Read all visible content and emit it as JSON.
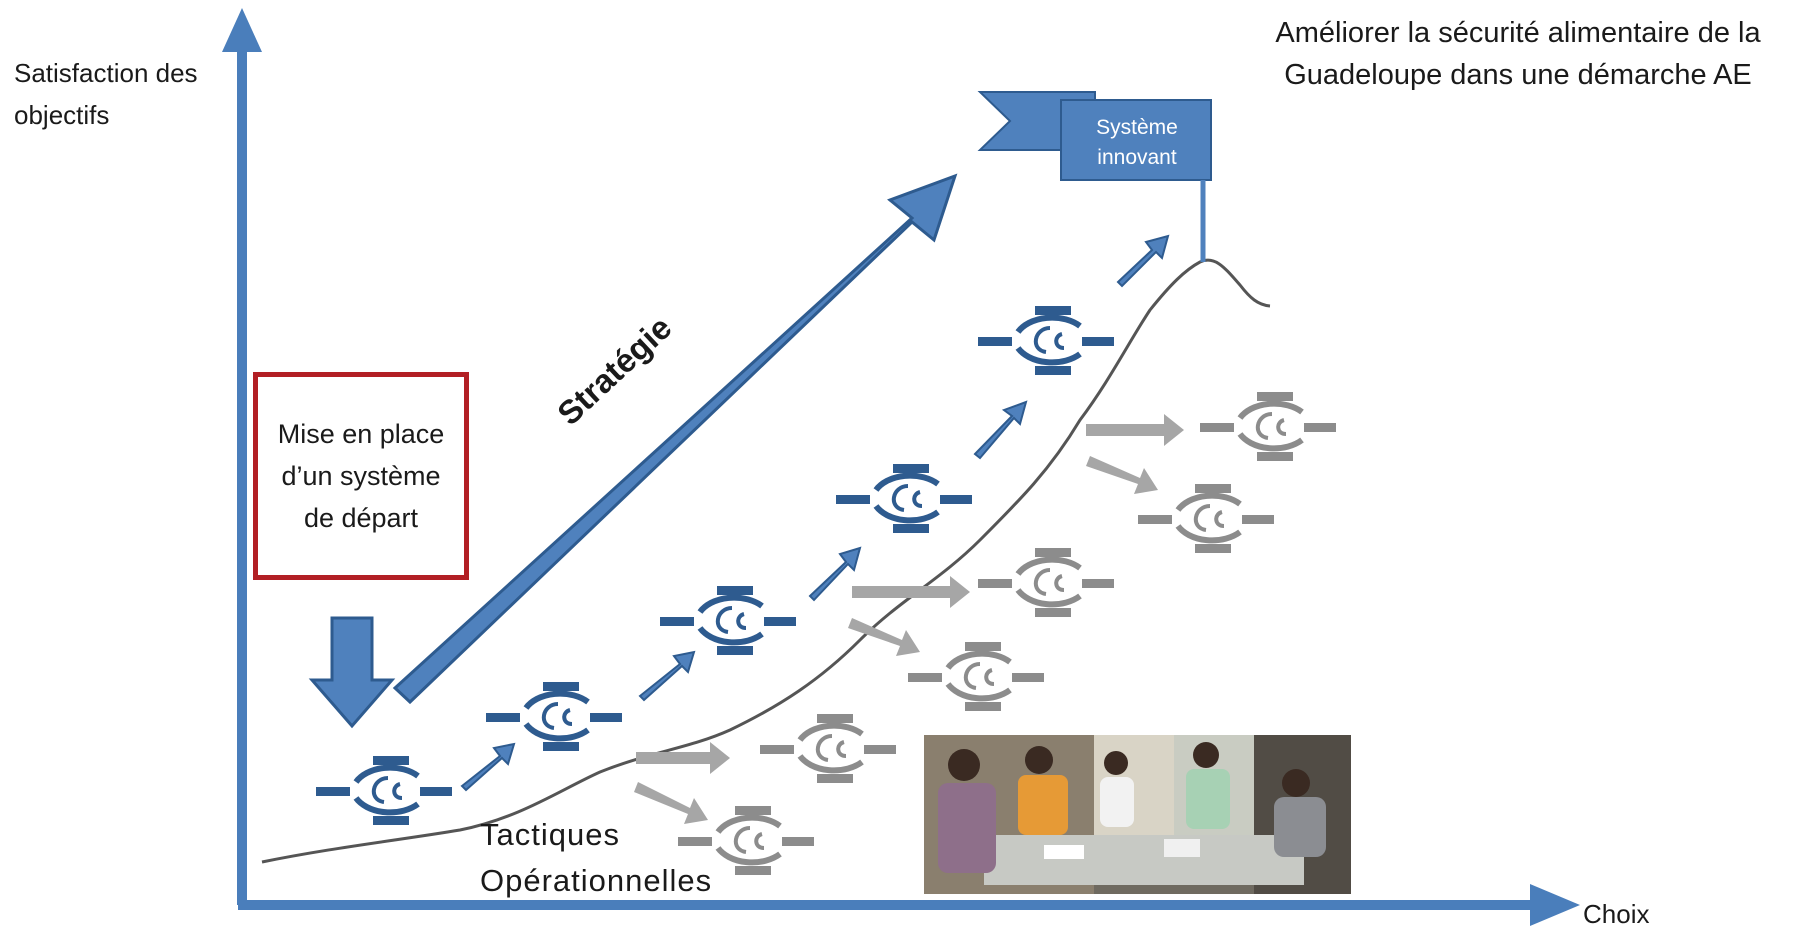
{
  "title": "Améliorer la sécurité alimentaire de la Guadeloupe dans une démarche AE",
  "axes": {
    "y_label": "Satisfaction des objectifs",
    "x_label": "Choix"
  },
  "start_box": {
    "label": "Mise en place d’un système de départ",
    "border_color": "#b21f24"
  },
  "strategy_label": "Stratégie",
  "flag_label": "Système innovant",
  "tactics_label": "Tactiques Opérationnelles",
  "colors": {
    "axis": "#4a7ebb",
    "arrow_fill": "#4f81bd",
    "arrow_stroke": "#2e5b8f",
    "grey_arrow": "#a6a6a6",
    "curve": "#555555"
  },
  "photo": {
    "description_icon": "workshop-photo"
  }
}
